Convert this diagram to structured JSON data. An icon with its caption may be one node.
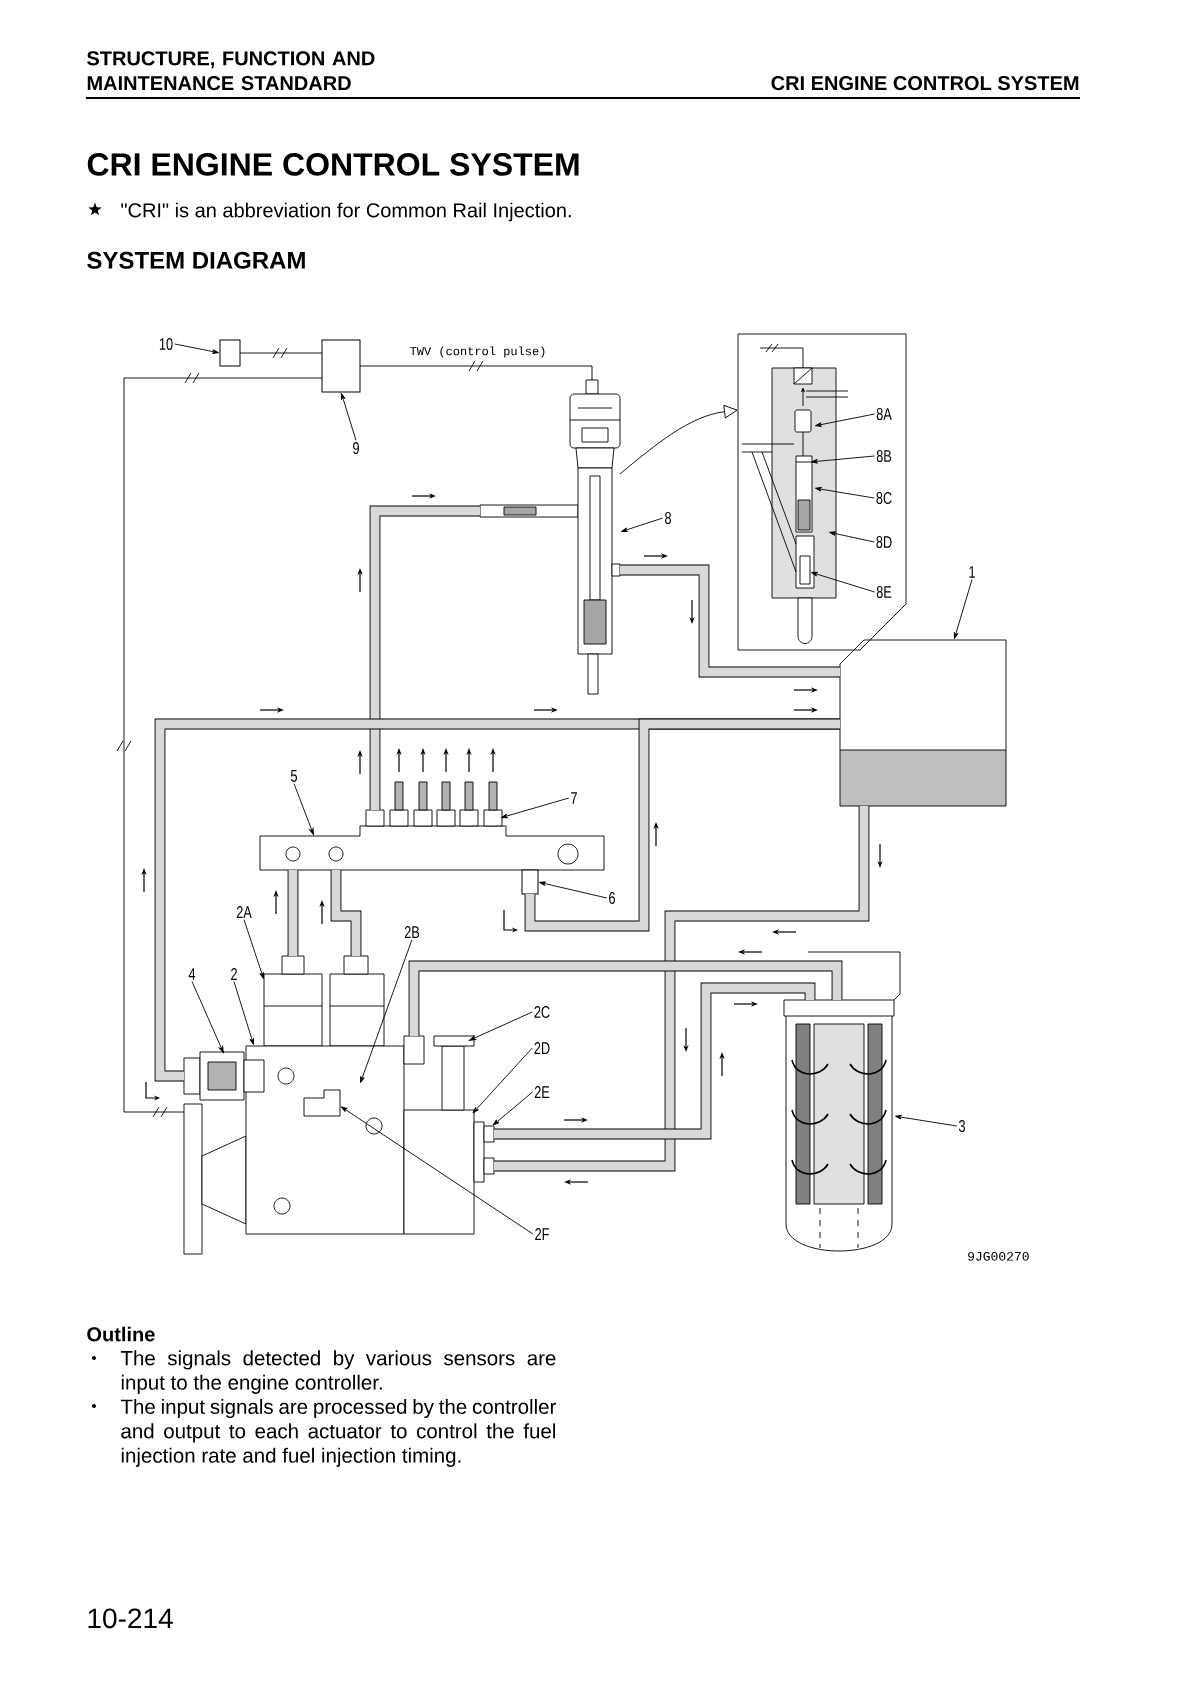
{
  "diagram": {
    "title": "CRI ENGINE CONTROL SYSTEM",
    "nodes": [
      {
        "text": [
          "10"
        ]
      },
      {
        "text": [],
        "shape": "box"
      },
      {
        "text": [
          "9"
        ]
      },
      {
        "text": [],
        "shape": "box"
      },
      {
        "text": [],
        "shape": "picture"
      },
      {
        "text": [
          "8"
        ]
      },
      {
        "text": [],
        "shape": "picture"
      },
      {
        "text": [
          "8A"
        ],
        "in": 6
      },
      {
        "text": [
          "8B"
        ],
        "in": 6
      },
      {
        "text": [
          "8C"
        ],
        "in": 6
      },
      {
        "text": [
          "8D"
        ],
        "in": 6
      },
      {
        "text": [
          "8E"
        ],
        "in": 6
      },
      {
        "text": [
          "1"
        ]
      },
      {
        "text": [],
        "shape": "picture"
      },
      {
        "text": [
          "5"
        ]
      },
      {
        "text": [],
        "shape": "picture"
      },
      {
        "text": [
          "7"
        ]
      },
      {
        "text": [
          "6"
        ]
      },
      {
        "text": [],
        "shape": "box"
      },
      {
        "text": [
          "2A"
        ]
      },
      {
        "text": [],
        "shape": "picture"
      },
      {
        "text": [
          "2B"
        ]
      },
      {
        "text": [
          "4"
        ]
      },
      {
        "text": [
          "2"
        ]
      },
      {
        "text": [],
        "shape": "picture"
      },
      {
        "text": [
          "2C"
        ]
      },
      {
        "text": [
          "2D"
        ]
      },
      {
        "text": [
          "2E"
        ]
      },
      {
        "text": [
          "2F"
        ]
      },
      {
        "text": [],
        "shape": "picture"
      },
      {
        "text": [
          "3"
        ]
      }
    ],
    "edges": [
      {
        "from": 0,
        "to": 1,
        "arrow": "to"
      },
      {
        "from": 2,
        "to": 3,
        "arrow": "to"
      },
      {
        "from": 1,
        "to": 3,
        "arrow": "none"
      },
      {
        "from": 3,
        "to": 4,
        "arrow": "none",
        "label": "TWV (control pulse)"
      },
      {
        "from": 3,
        "to": 24,
        "arrow": "none"
      },
      {
        "from": 5,
        "to": 4,
        "arrow": "to"
      },
      {
        "from": 4,
        "to": 6,
        "arrow": "to"
      },
      {
        "from": 7,
        "to": null,
        "arrow": "to"
      },
      {
        "from": 8,
        "to": null,
        "arrow": "to"
      },
      {
        "from": 9,
        "to": null,
        "arrow": "to"
      },
      {
        "from": 10,
        "to": null,
        "arrow": "to"
      },
      {
        "from": 11,
        "to": null,
        "arrow": "to"
      },
      {
        "from": 12,
        "to": 13,
        "arrow": "to"
      },
      {
        "from": 14,
        "to": 15,
        "arrow": "to"
      },
      {
        "from": 16,
        "to": 15,
        "arrow": "to"
      },
      {
        "from": 17,
        "to": 18,
        "arrow": "to"
      },
      {
        "from": 19,
        "to": 20,
        "arrow": "to"
      },
      {
        "from": 21,
        "to": 24,
        "arrow": "to"
      },
      {
        "from": 22,
        "to": 24,
        "arrow": "to"
      },
      {
        "from": 23,
        "to": 24,
        "arrow": "to"
      },
      {
        "from": 25,
        "to": 24,
        "arrow": "to"
      },
      {
        "from": 26,
        "to": 24,
        "arrow": "to"
      },
      {
        "from": 27,
        "to": 24,
        "arrow": "to"
      },
      {
        "from": 28,
        "to": 24,
        "arrow": "to"
      },
      {
        "from": 30,
        "to": 29,
        "arrow": "to"
      },
      {
        "from": 20,
        "to": 15,
        "arrow": "none",
        "style": "thick"
      },
      {
        "from": 20,
        "to": 15,
        "arrow": "none",
        "style": "thick"
      },
      {
        "from": 15,
        "to": 4,
        "arrow": "none",
        "style": "thick"
      },
      {
        "from": 4,
        "to": 13,
        "arrow": "none",
        "style": "thick"
      },
      {
        "from": 24,
        "to": 13,
        "arrow": "none",
        "style": "thick"
      },
      {
        "from": 18,
        "to": 13,
        "arrow": "none",
        "style": "thick"
      },
      {
        "from": 13,
        "to": 24,
        "arrow": "none",
        "style": "thick"
      },
      {
        "from": 24,
        "to": 29,
        "arrow": "none",
        "style": "thick"
      },
      {
        "from": 29,
        "to": 24,
        "arrow": "none",
        "style": "thick"
      }
    ],
    "labels": [
      "STRUCTURE, FUNCTION AND MAINTENANCE STANDARD",
      "CRI ENGINE CONTROL SYSTEM",
      "\"CRI\" is an abbreviation for Common Rail Injection.",
      "SYSTEM DIAGRAM",
      "9JG00270",
      "Outline",
      "The signals detected by various sensors are input to the engine controller.",
      "The input signals are processed by the controller and output to each actuator to control the fuel injection rate and fuel injection timing.",
      "10-214"
    ]
  }
}
